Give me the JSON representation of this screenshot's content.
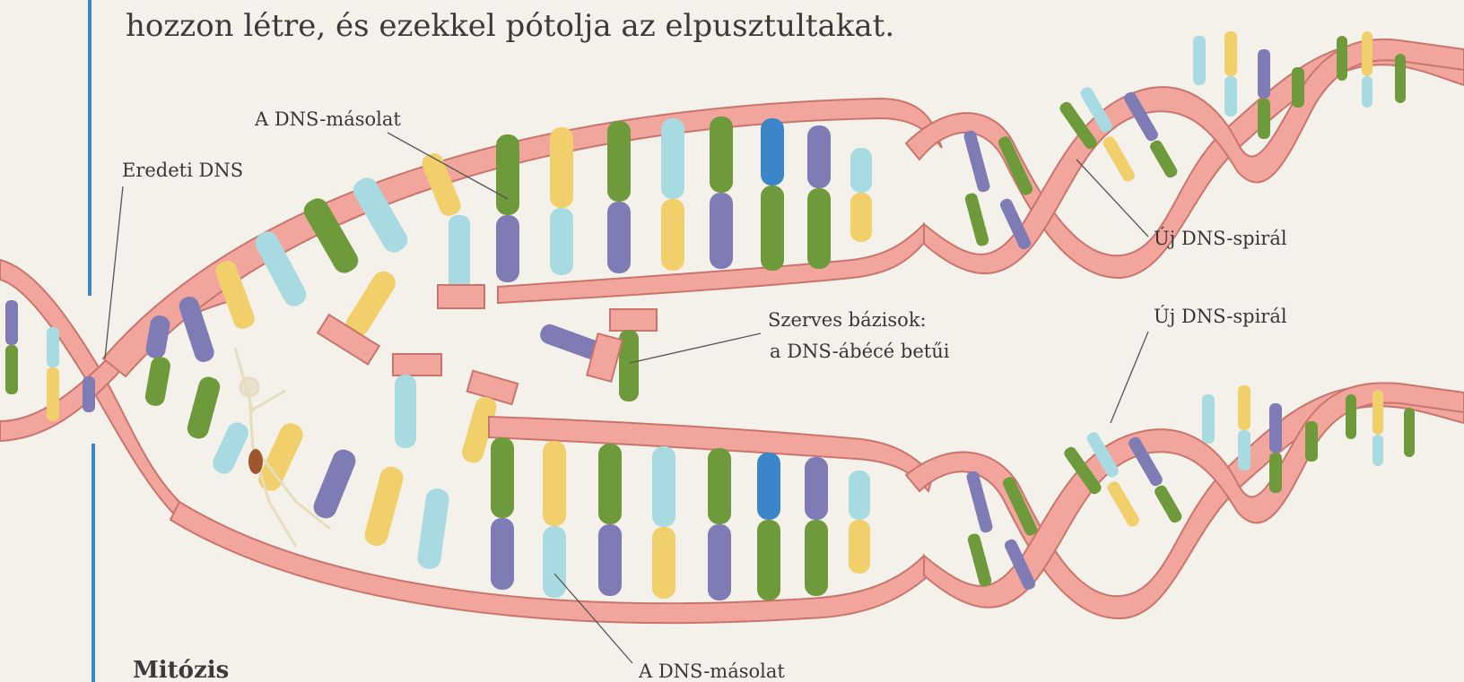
{
  "header_text": "hozzon létre, és ezekkel pótolja az elpusztultakat.",
  "section_heading": "Mitózis",
  "labels": {
    "copy_top": "A DNS-másolat",
    "original": "Eredeti DNS",
    "new_helix_top": "Új DNS-spirál",
    "bases_line1": "Szerves bázisok:",
    "bases_line2": "a DNS-ábécé betűi",
    "new_helix_bottom": "Új DNS-spirál",
    "copy_bottom": "A DNS-másolat"
  },
  "colors": {
    "backbone": "#f2a59c",
    "backbone_dark": "#c9756d",
    "base_green": "#6e9a3c",
    "base_purple": "#7f7bb5",
    "base_yellow": "#f1cf6b",
    "base_cyan": "#a7dbe1",
    "accent_blue": "#3a86c8"
  }
}
